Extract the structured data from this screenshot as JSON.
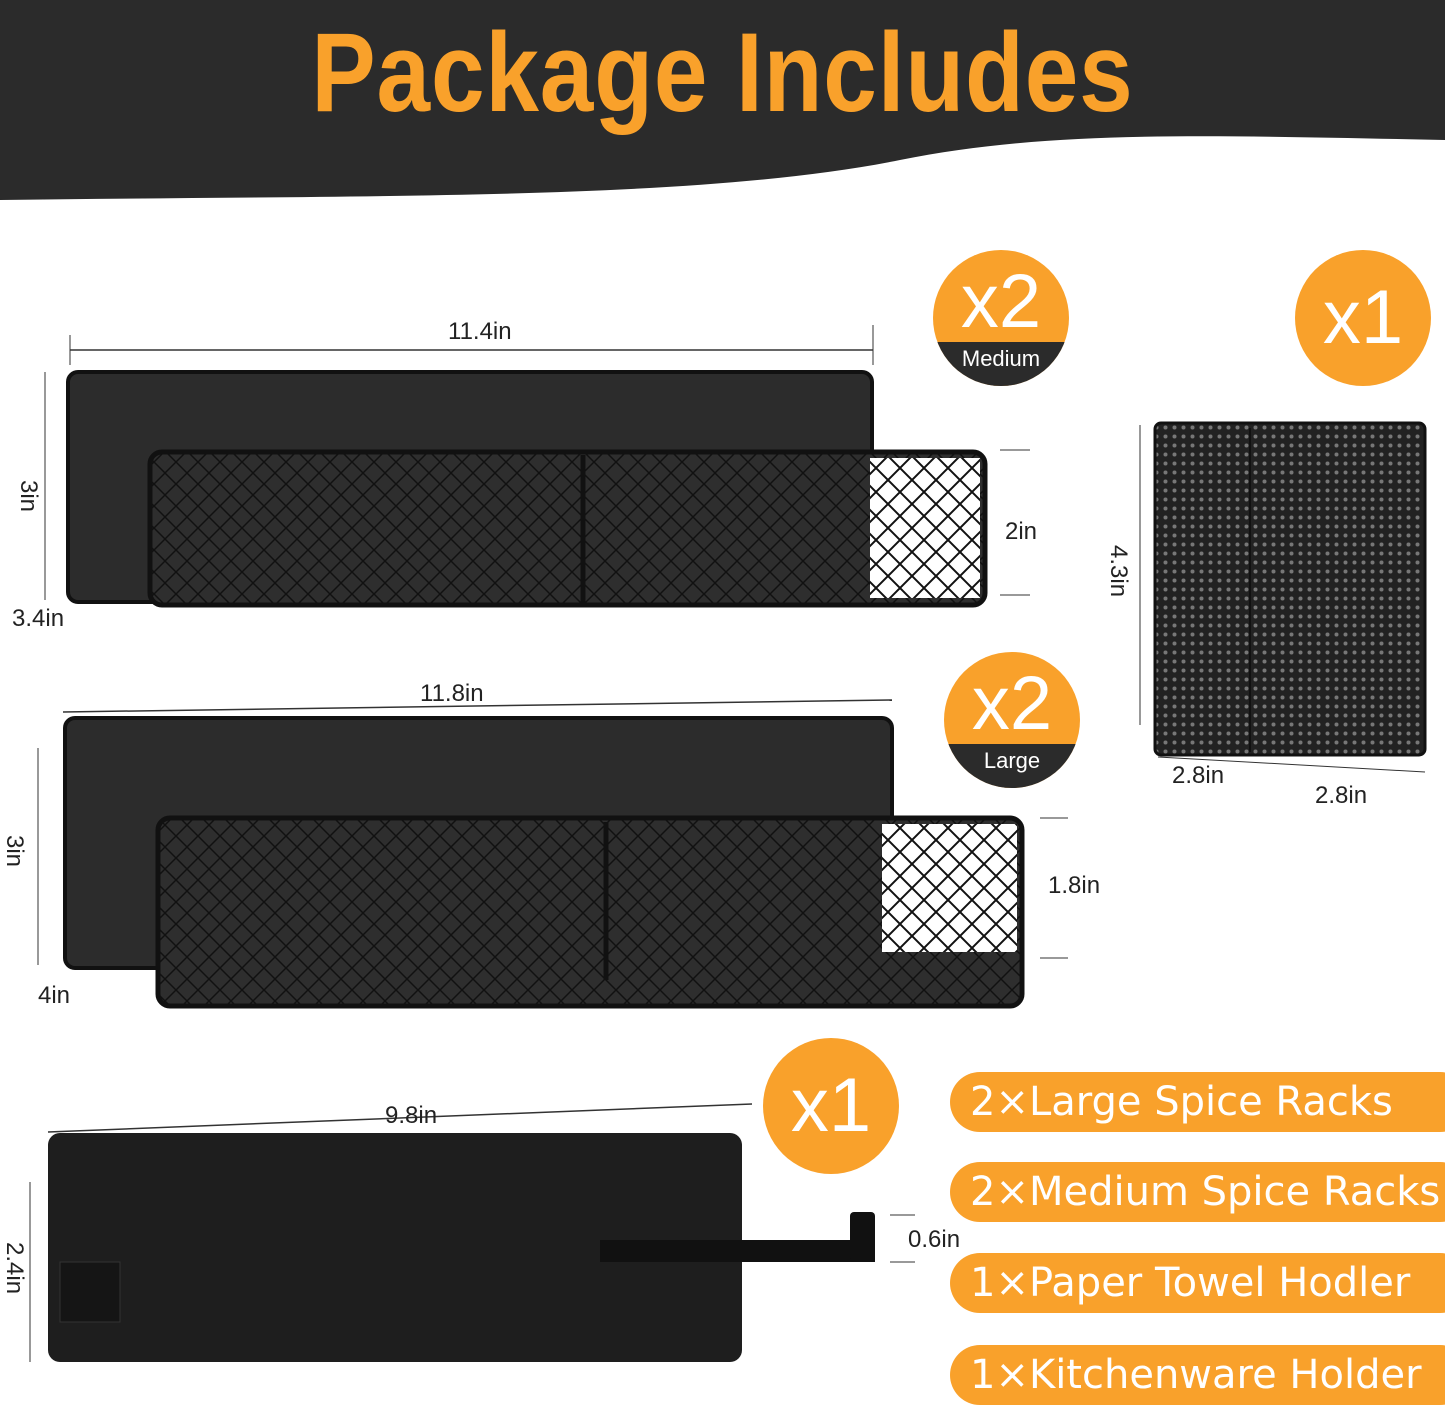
{
  "title": "Package Includes",
  "colors": {
    "accent": "#f9a12b",
    "header_bg": "#2b2b2b",
    "product": "#2a2a2a"
  },
  "products": {
    "medium_rack": {
      "width": "11.4in",
      "height": "3in",
      "front_height": "2in",
      "depth": "3.4in",
      "badge": {
        "count": "x2",
        "label": "Medium"
      }
    },
    "large_rack": {
      "width": "11.8in",
      "height": "3in",
      "front_height": "1.8in",
      "depth": "4in",
      "badge": {
        "count": "x2",
        "label": "Large"
      }
    },
    "kitchenware_holder": {
      "height": "4.3in",
      "width": "2.8in",
      "depth": "2.8in",
      "badge": {
        "count": "x1"
      }
    },
    "paper_towel_holder": {
      "width": "9.8in",
      "height": "2.4in",
      "bar_height": "0.6in",
      "badge": {
        "count": "x1"
      }
    }
  },
  "contents": [
    "2×Large Spice Racks",
    "2×Medium Spice Racks",
    "1×Paper Towel Hodler",
    "1×Kitchenware Holder"
  ]
}
